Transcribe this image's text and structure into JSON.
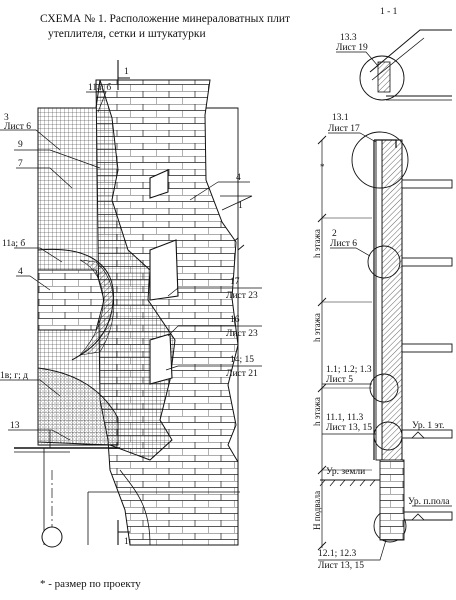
{
  "title": {
    "line1": "СХЕМА № 1. Расположение минераловатных плит",
    "line2": "утеплителя, сетки и штукатурки"
  },
  "section_mark": "1",
  "section_label": "1 - 1",
  "footnote": "* - размер по проекту",
  "labels": {
    "l11ab_top": "11а; б",
    "l3": "3",
    "list6_a": "Лист 6",
    "l9": "9",
    "l7": "7",
    "l4_right": "4",
    "l1": "1",
    "l11ab_mid": "11а; б",
    "l4_left": "4",
    "l17": "17",
    "list23_a": "Лист 23",
    "l16": "16",
    "list23_b": "Лист 23",
    "l1415": "14; 15",
    "list21": "Лист 21",
    "l1vgd": "1в; г; д",
    "l13": "13"
  },
  "section_labels": {
    "s133": "13.3",
    "list19": "Лист 19",
    "s131": "13.1",
    "list17": "Лист 17",
    "s2": "2",
    "list6_b": "Лист 6",
    "s1113": "1.1; 1.2; 1.3",
    "list5": "Лист 5",
    "s111113": "11.1, 11.3",
    "list1315_a": "Лист 13, 15",
    "ur_1et": "Ур. 1 эт.",
    "ur_zemli": "Ур. земли",
    "ur_pola": "Ур. п.пола",
    "s121123": "12.1; 12.3",
    "list1315_b": "Лист 13, 15",
    "h_etazha_1": "h этажа",
    "h_etazha_2": "h этажа",
    "h_etazha_3": "h этажа",
    "h_podvala": "H подвала",
    "star": "*"
  }
}
